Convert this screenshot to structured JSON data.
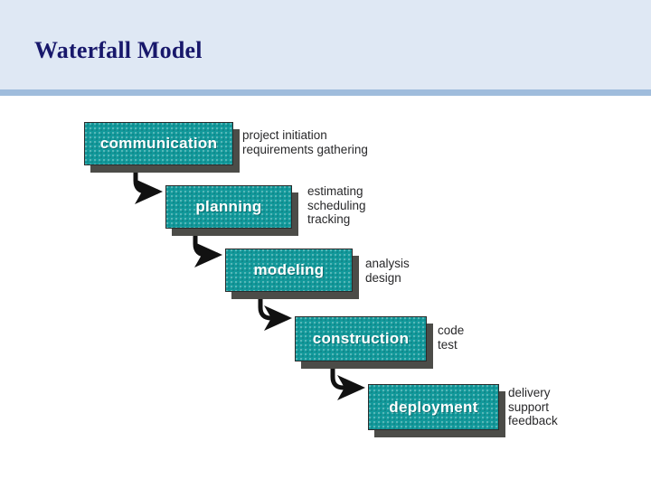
{
  "slide": {
    "title": "Waterfall Model",
    "title_color": "#18186b",
    "header_bg": "#dfe8f4",
    "header_rule_color": "#9fbcdc",
    "canvas_bg": "#ffffff"
  },
  "diagram": {
    "type": "waterfall-process-flow",
    "box_fill": "#12999b",
    "box_border": "#2b2b2b",
    "box_shadow": "#4c4c48",
    "label_color": "#ffffff",
    "annotation_color": "#28282a",
    "connector_color": "#111111",
    "phases": [
      {
        "id": "communication",
        "label": "communication",
        "annotations": [
          "project initiation",
          "requirements gathering"
        ]
      },
      {
        "id": "planning",
        "label": "planning",
        "annotations": [
          "estimating",
          "scheduling",
          "tracking"
        ]
      },
      {
        "id": "modeling",
        "label": "modeling",
        "annotations": [
          "analysis",
          "design"
        ]
      },
      {
        "id": "construction",
        "label": "construction",
        "annotations": [
          "code",
          "test"
        ]
      },
      {
        "id": "deployment",
        "label": "deployment",
        "annotations": [
          "delivery",
          "support",
          "feedback"
        ]
      }
    ]
  }
}
